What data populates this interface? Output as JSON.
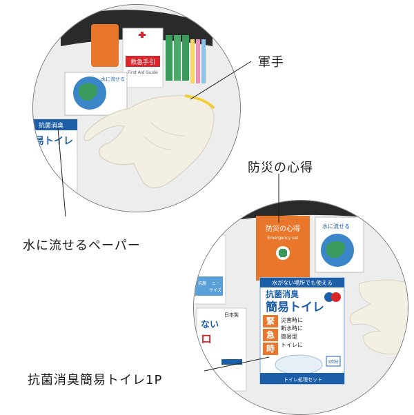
{
  "callouts": {
    "gloves": "軍手",
    "guide": "防災の心得",
    "tissue": "水に流せるペーパー",
    "toilet": "抗菌消臭簡易トイレ1P"
  },
  "upper_items": {
    "tissue_pack": "水に流せる",
    "firstaid_title": "救急手引",
    "firstaid_sub": "First Aid Guide",
    "toilet_pack_line1": "抗菌消臭",
    "toilet_pack_line2": "易トイレ"
  },
  "lower_items": {
    "guide_title": "防災の心得",
    "guide_sub": "Emergency set",
    "tissue_pack": "水に流せる",
    "toilet_banner": "水がない場所でも使える",
    "toilet_name1": "抗菌消臭",
    "toilet_name2": "簡易トイレ",
    "badge1": "緊",
    "badge2": "急",
    "badge3": "時",
    "feature1": "災害時に",
    "feature2": "断水時に",
    "feature3": "簡易型",
    "feature4": "トイレに",
    "toilet_count": "1回分",
    "toilet_footer": "トイレ処理セット",
    "made_in": "日本製",
    "left_pack_a": "ない",
    "left_pack_b": "ロ",
    "blue_tag1": "抗菌",
    "blue_tag2": "ニー",
    "blue_tag3": "サイズ"
  },
  "colors": {
    "line": "#1a1a1a",
    "orange": "#e8772b",
    "red": "#d9262b",
    "blue": "#1c5fa8",
    "green": "#3a9a5b"
  }
}
